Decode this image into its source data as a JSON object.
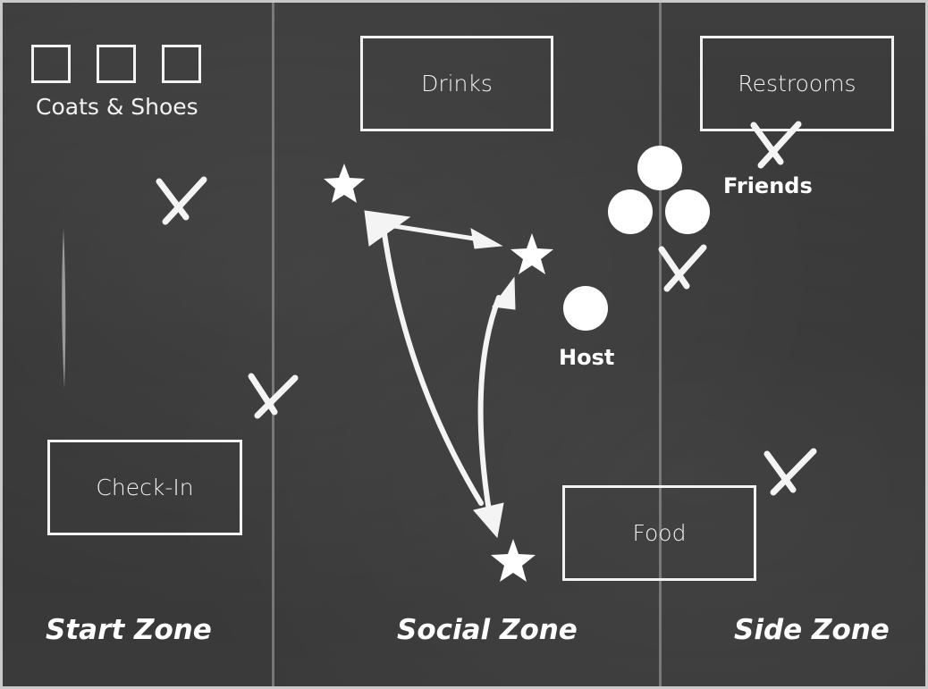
{
  "zones": {
    "start": "Start Zone",
    "social": "Social Zone",
    "side": "Side Zone"
  },
  "stations": {
    "coats": "Coats & Shoes",
    "drinks": "Drinks",
    "restrooms": "Restrooms",
    "check_in": "Check-In",
    "food": "Food"
  },
  "people": {
    "host": "Host",
    "friends": "Friends"
  },
  "icons": {
    "guest": "star-icon",
    "person": "circle-icon",
    "position": "x-mark-icon",
    "path": "arrow-icon"
  },
  "colors": {
    "chalkboard": "#383838",
    "chalk": "#f2f2f2",
    "divider": "#8c8c8c"
  }
}
